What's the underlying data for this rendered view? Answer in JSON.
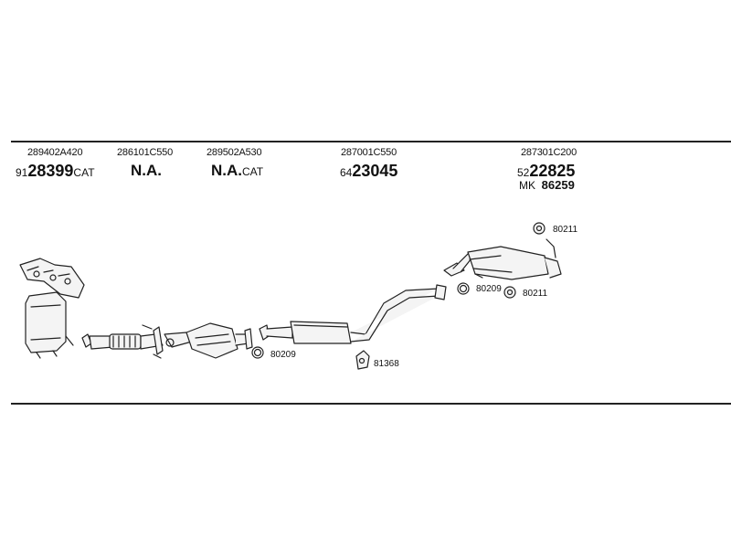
{
  "items": [
    {
      "oe": "289402A420",
      "prefix": "91",
      "main": "28399",
      "suffix": "CAT"
    },
    {
      "oe": "286101C550",
      "main": "N.A."
    },
    {
      "oe": "289502A530",
      "main": "N.A.",
      "suffix": "CAT"
    },
    {
      "oe": "287001C550",
      "prefix": "64",
      "main": "23045"
    },
    {
      "oe": "287301C200",
      "prefix": "52",
      "main": "22825",
      "alt_prefix": "MK",
      "alt_main": "86259"
    }
  ],
  "accessories": [
    "80211",
    "80209",
    "80211",
    "80209",
    "81368"
  ]
}
